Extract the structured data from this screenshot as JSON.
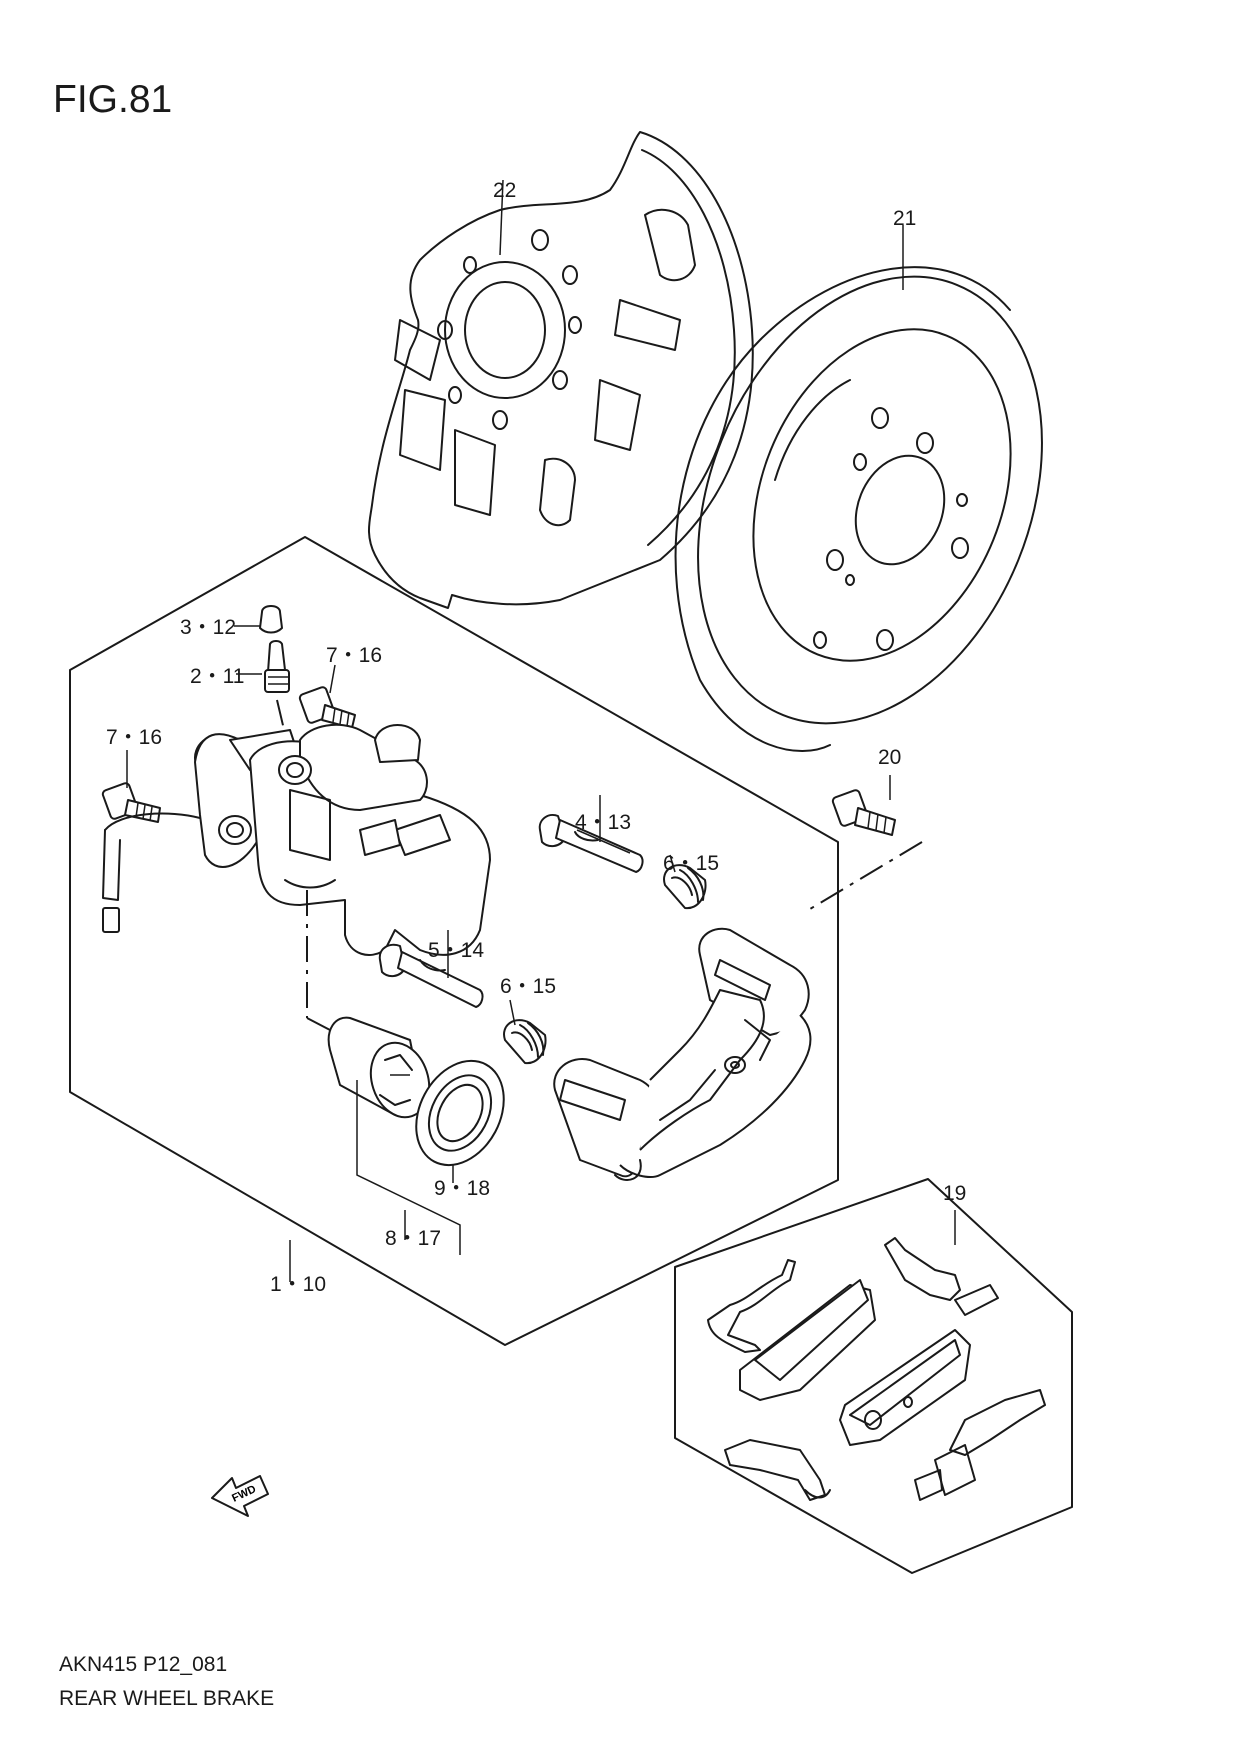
{
  "figure": {
    "title": "FIG.81"
  },
  "footer": {
    "code": "AKN415 P12_081",
    "caption": "REAR WHEEL BRAKE"
  },
  "callouts": {
    "c22": "22",
    "c21": "21",
    "c3_12": "3・12",
    "c2_11": "2・11",
    "c7_16a": "7・16",
    "c7_16b": "7・16",
    "c20": "20",
    "c4_13": "4・13",
    "c6_15a": "6・15",
    "c5_14": "5・14",
    "c6_15b": "6・15",
    "c9_18": "9・18",
    "c8_17": "8・17",
    "c1_10": "1・10",
    "c19": "19"
  },
  "fwd_arrow": {
    "label": "FWD",
    "icon": "fwd-arrow-icon"
  }
}
